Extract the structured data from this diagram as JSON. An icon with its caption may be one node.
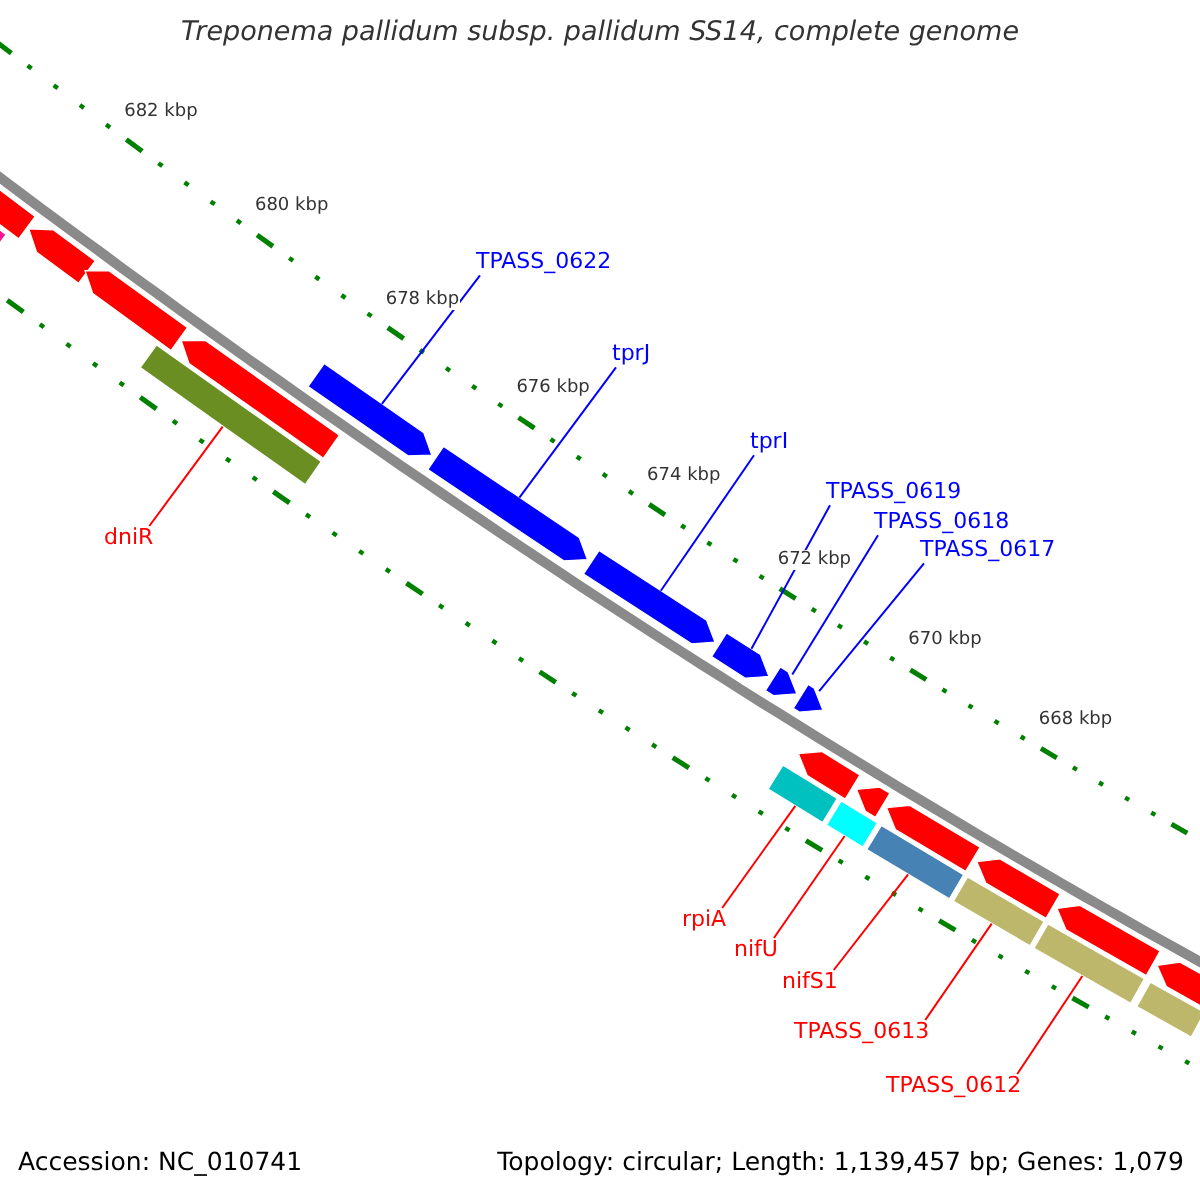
{
  "diagram": {
    "title": "Treponema pallidum subsp. pallidum SS14, complete genome",
    "nodes": [
      {
        "text": [
          "TPASS_0622"
        ]
      },
      {
        "text": [
          "tprJ"
        ]
      },
      {
        "text": [
          "tprI"
        ]
      },
      {
        "text": [
          "TPASS_0619"
        ]
      },
      {
        "text": [
          "TPASS_0618"
        ]
      },
      {
        "text": [
          "TPASS_0617"
        ]
      },
      {
        "text": [
          "dniR"
        ]
      },
      {
        "text": [
          "rpiA"
        ]
      },
      {
        "text": [
          "nifU"
        ]
      },
      {
        "text": [
          "nifS1"
        ]
      },
      {
        "text": [
          "TPASS_0613"
        ]
      },
      {
        "text": [
          "TPASS_0612"
        ]
      },
      {
        "text": [],
        "shape": "bar"
      },
      {
        "text": [],
        "shape": "arrow"
      },
      {
        "text": [],
        "shape": "arrow"
      },
      {
        "text": [],
        "shape": "arrow"
      },
      {
        "text": [],
        "shape": "arrow"
      },
      {
        "text": [],
        "shape": "arrow"
      },
      {
        "text": [],
        "shape": "arrow"
      },
      {
        "text": [],
        "shape": "bar"
      },
      {
        "text": [],
        "shape": "bar"
      },
      {
        "text": [],
        "shape": "bar"
      },
      {
        "text": [],
        "shape": "bar"
      },
      {
        "text": [],
        "shape": "bar"
      },
      {
        "text": [],
        "shape": "arrow"
      },
      {
        "text": [],
        "shape": "arrow"
      },
      {
        "text": [],
        "shape": "arrow"
      },
      {
        "text": [],
        "shape": "arrow"
      },
      {
        "text": [],
        "shape": "bar"
      },
      {
        "text": [],
        "shape": "arrow"
      },
      {
        "text": [],
        "shape": "arrow"
      },
      {
        "text": [],
        "shape": "arrow"
      },
      {
        "text": [],
        "shape": "arrow"
      },
      {
        "text": [],
        "shape": "arrow"
      },
      {
        "text": [],
        "shape": "arrow"
      },
      {
        "text": [],
        "shape": "bar"
      }
    ],
    "edges": [
      {
        "from": 0,
        "to": 13,
        "arrow": "none",
        "color": "#0000ff"
      },
      {
        "from": 1,
        "to": 14,
        "arrow": "none",
        "color": "#0000ff"
      },
      {
        "from": 2,
        "to": 15,
        "arrow": "none",
        "color": "#0000ff"
      },
      {
        "from": 3,
        "to": 16,
        "arrow": "none",
        "color": "#0000ff"
      },
      {
        "from": 4,
        "to": 17,
        "arrow": "none",
        "color": "#0000ff"
      },
      {
        "from": 5,
        "to": 18,
        "arrow": "none",
        "color": "#0000ff"
      },
      {
        "from": 6,
        "to": 12,
        "arrow": "none",
        "color": "#ff0000"
      },
      {
        "from": 7,
        "to": 19,
        "arrow": "none",
        "color": "#ff0000"
      },
      {
        "from": 8,
        "to": 20,
        "arrow": "none",
        "color": "#ff0000"
      },
      {
        "from": 9,
        "to": 21,
        "arrow": "none",
        "color": "#ff0000"
      },
      {
        "from": 10,
        "to": 22,
        "arrow": "none",
        "color": "#ff0000"
      },
      {
        "from": 11,
        "to": 23,
        "arrow": "none",
        "color": "#ff0000"
      }
    ],
    "labels": [
      "682 kbp",
      "680 kbp",
      "678 kbp",
      "676 kbp",
      "674 kbp",
      "672 kbp",
      "670 kbp",
      "668 kbp",
      "Accession: NC_010741",
      "Topology: circular; Length: 1,139,457 bp; Genes: 1,079"
    ]
  }
}
